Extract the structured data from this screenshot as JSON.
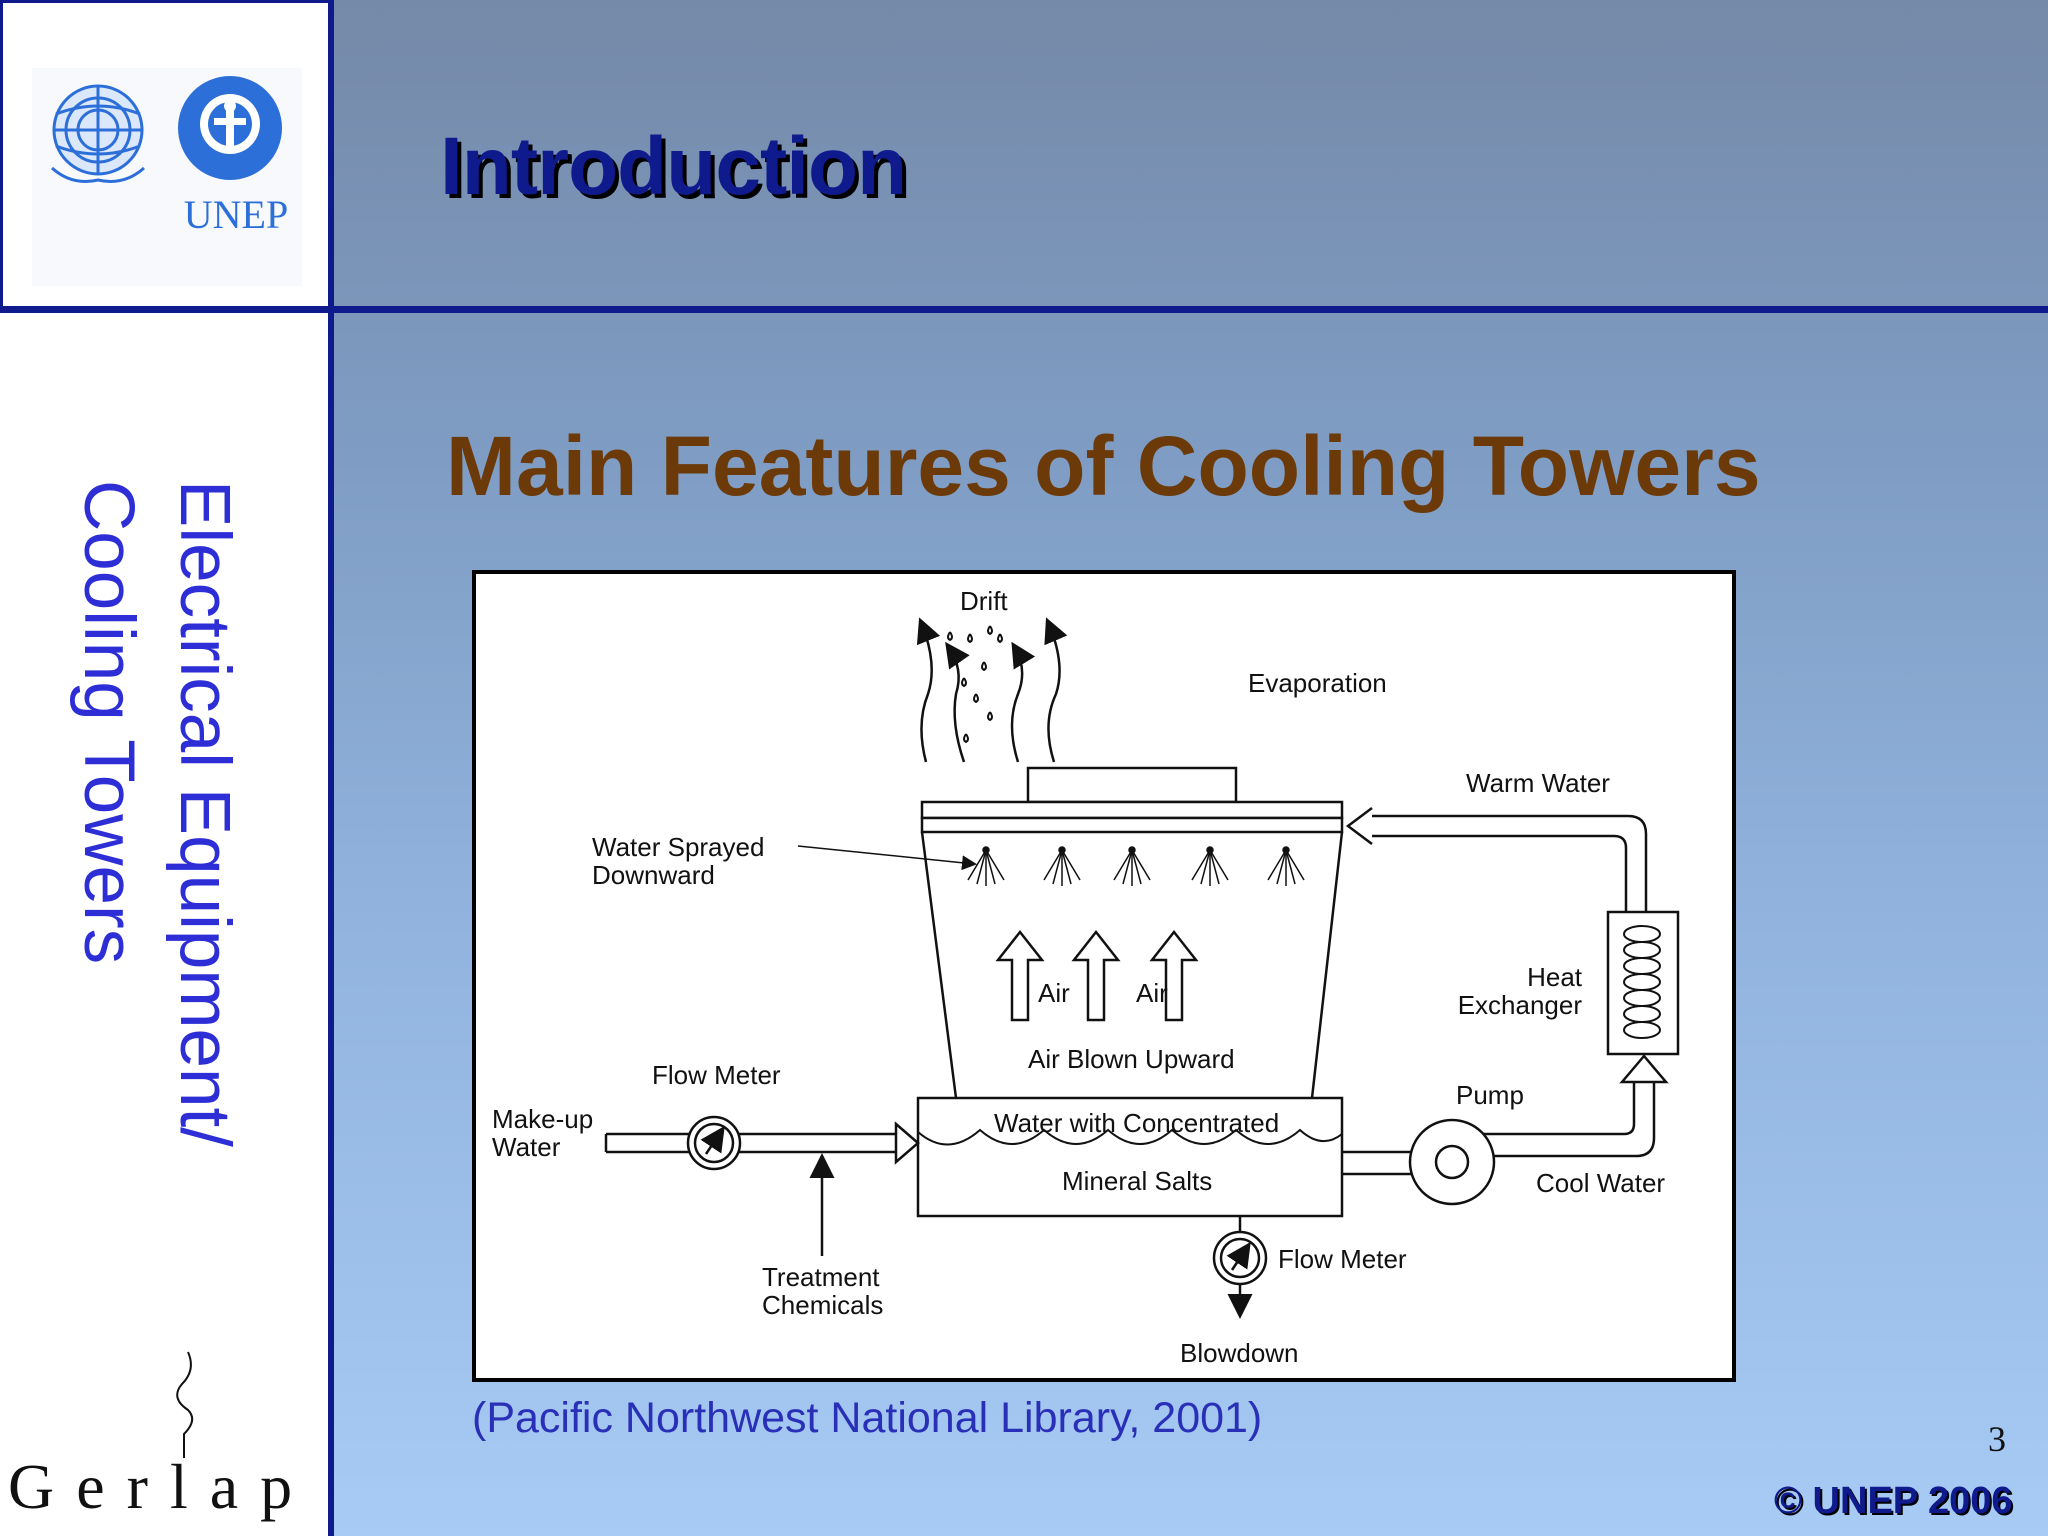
{
  "header": {
    "section_title": "Introduction",
    "logo_text": "UNEP",
    "colors": {
      "navy": "#0f1a8c",
      "brown": "#6b3a08",
      "unep_blue": "#2d6fd9",
      "vertical_text": "#2d2ed6"
    }
  },
  "sidebar": {
    "vertical_title_line1": "Electrical Equipment/",
    "vertical_title_line2": "Cooling Towers",
    "footer_logo": "Gerlap"
  },
  "main": {
    "slide_title": "Main Features of Cooling Towers",
    "citation": "(Pacific Northwest National Library, 2001)"
  },
  "diagram": {
    "labels": {
      "drift": "Drift",
      "evaporation": "Evaporation",
      "warm_water": "Warm Water",
      "water_sprayed_1": "Water Sprayed",
      "water_sprayed_2": "Downward",
      "air_1": "Air",
      "air_2": "Air",
      "air_blown_upward": "Air Blown Upward",
      "heat_1": "Heat",
      "heat_2": "Exchanger",
      "pump": "Pump",
      "flow_meter_top": "Flow Meter",
      "makeup_1": "Make-up",
      "makeup_2": "Water",
      "basin_1": "Water with Concentrated",
      "basin_2": "Mineral Salts",
      "cool_water": "Cool Water",
      "treatment_1": "Treatment",
      "treatment_2": "Chemicals",
      "flow_meter_bottom": "Flow Meter",
      "blowdown": "Blowdown"
    }
  },
  "footer": {
    "page_number": "3",
    "copyright": "© UNEP 2006"
  }
}
